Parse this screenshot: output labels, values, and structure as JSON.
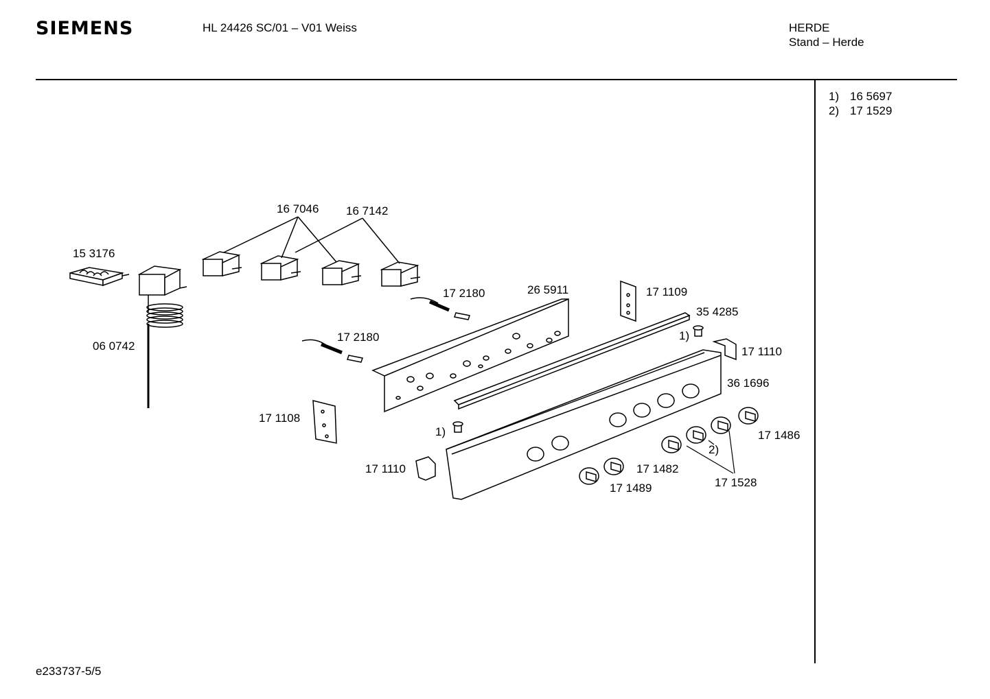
{
  "header": {
    "brand": "SIEMENS",
    "model": "HL 24426 SC/01 – V01 Weiss",
    "category": "HERDE",
    "subcategory": "Stand – Herde"
  },
  "notes": [
    {
      "key": "1)",
      "value": "16 5697"
    },
    {
      "key": "2)",
      "value": "17 1529"
    }
  ],
  "footer": {
    "doc_id": "e233737-5/5"
  },
  "part_labels": {
    "p153176": "15 3176",
    "p060742": "06 0742",
    "p167046": "16 7046",
    "p167142": "16 7142",
    "p172180a": "17 2180",
    "p172180b": "17 2180",
    "p265911": "26 5911",
    "p171109": "17 1109",
    "p354285": "35 4285",
    "ref1a": "1)",
    "p171110a": "17 1110",
    "p361696": "36 1696",
    "p171108": "17 1108",
    "ref1b": "1)",
    "p171110b": "17 1110",
    "p171486": "17 1486",
    "ref2": "2)",
    "p171482": "17 1482",
    "p171489": "17 1489",
    "p171528": "17 1528"
  }
}
